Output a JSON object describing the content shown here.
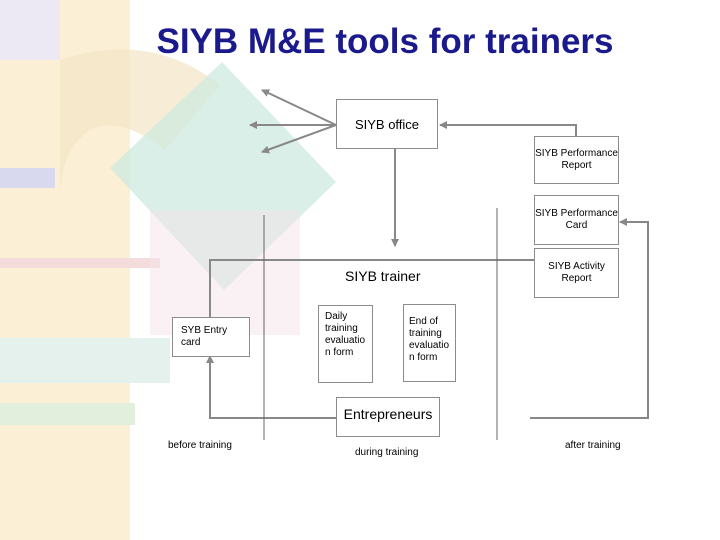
{
  "title": "SIYB M&E tools for trainers",
  "nodes": {
    "siyb_office": "SIYB office",
    "performance_report": "SIYB Performance Report",
    "performance_card": "SIYB Performance Card",
    "siyb_trainer": "SIYB trainer",
    "activity_report": "SIYB Activity Report",
    "syb_entry_card": "SYB Entry card",
    "daily_evaluation": "Daily training evaluatio n form",
    "end_evaluation": "End of training evaluatio n form",
    "entrepreneurs": "Entrepreneurs"
  },
  "phases": {
    "before": "before training",
    "during": "during training",
    "after": "after training"
  },
  "colors": {
    "title": "#1a1a8c",
    "arrow": "#888888",
    "box_border": "#8c8c8c",
    "bg_beige": "#fbefd6",
    "bg_teal": "#c9e6de",
    "bg_lavender": "#d8d8ee",
    "bg_pink": "#f5dcdc",
    "bg_green": "#dcecd8"
  }
}
